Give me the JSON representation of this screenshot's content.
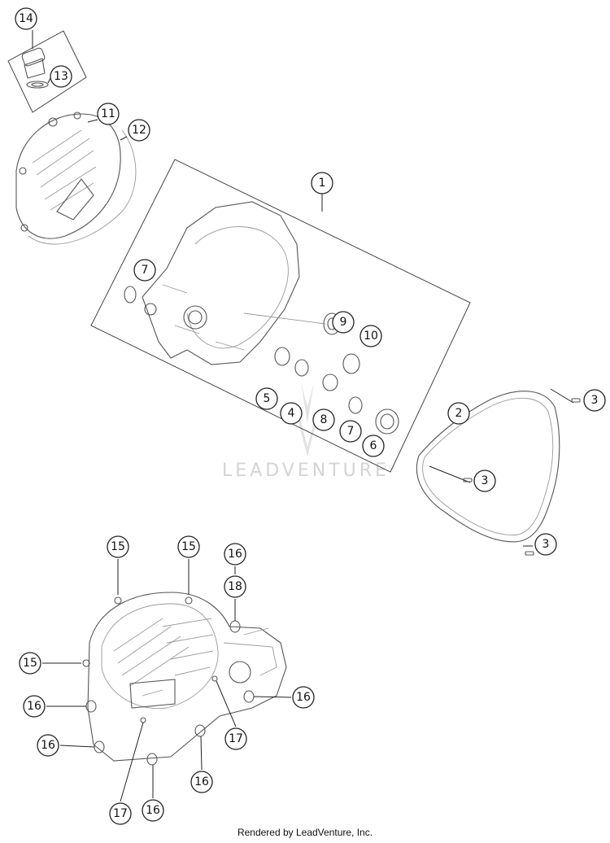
{
  "watermark": "LEADVENTURE",
  "footer": "Rendered by LeadVenture, Inc.",
  "callouts": [
    {
      "id": "c14a",
      "label": "14"
    },
    {
      "id": "c13",
      "label": "13"
    },
    {
      "id": "c11",
      "label": "11"
    },
    {
      "id": "c12",
      "label": "12"
    },
    {
      "id": "c1",
      "label": "1"
    },
    {
      "id": "c7a",
      "label": "7"
    },
    {
      "id": "c9",
      "label": "9"
    },
    {
      "id": "c10",
      "label": "10"
    },
    {
      "id": "c5",
      "label": "5"
    },
    {
      "id": "c4",
      "label": "4"
    },
    {
      "id": "c8",
      "label": "8"
    },
    {
      "id": "c7b",
      "label": "7"
    },
    {
      "id": "c6",
      "label": "6"
    },
    {
      "id": "c2",
      "label": "2"
    },
    {
      "id": "c3a",
      "label": "3"
    },
    {
      "id": "c3b",
      "label": "3"
    },
    {
      "id": "c3c",
      "label": "3"
    },
    {
      "id": "c15a",
      "label": "15"
    },
    {
      "id": "c15b",
      "label": "15"
    },
    {
      "id": "c16a",
      "label": "16"
    },
    {
      "id": "c18",
      "label": "18"
    },
    {
      "id": "c15c",
      "label": "15"
    },
    {
      "id": "c16b",
      "label": "16"
    },
    {
      "id": "c16c",
      "label": "16"
    },
    {
      "id": "c17a",
      "label": "17"
    },
    {
      "id": "c16d",
      "label": "16"
    },
    {
      "id": "c16e",
      "label": "16"
    },
    {
      "id": "c17b",
      "label": "17"
    },
    {
      "id": "c16f",
      "label": "16"
    }
  ]
}
